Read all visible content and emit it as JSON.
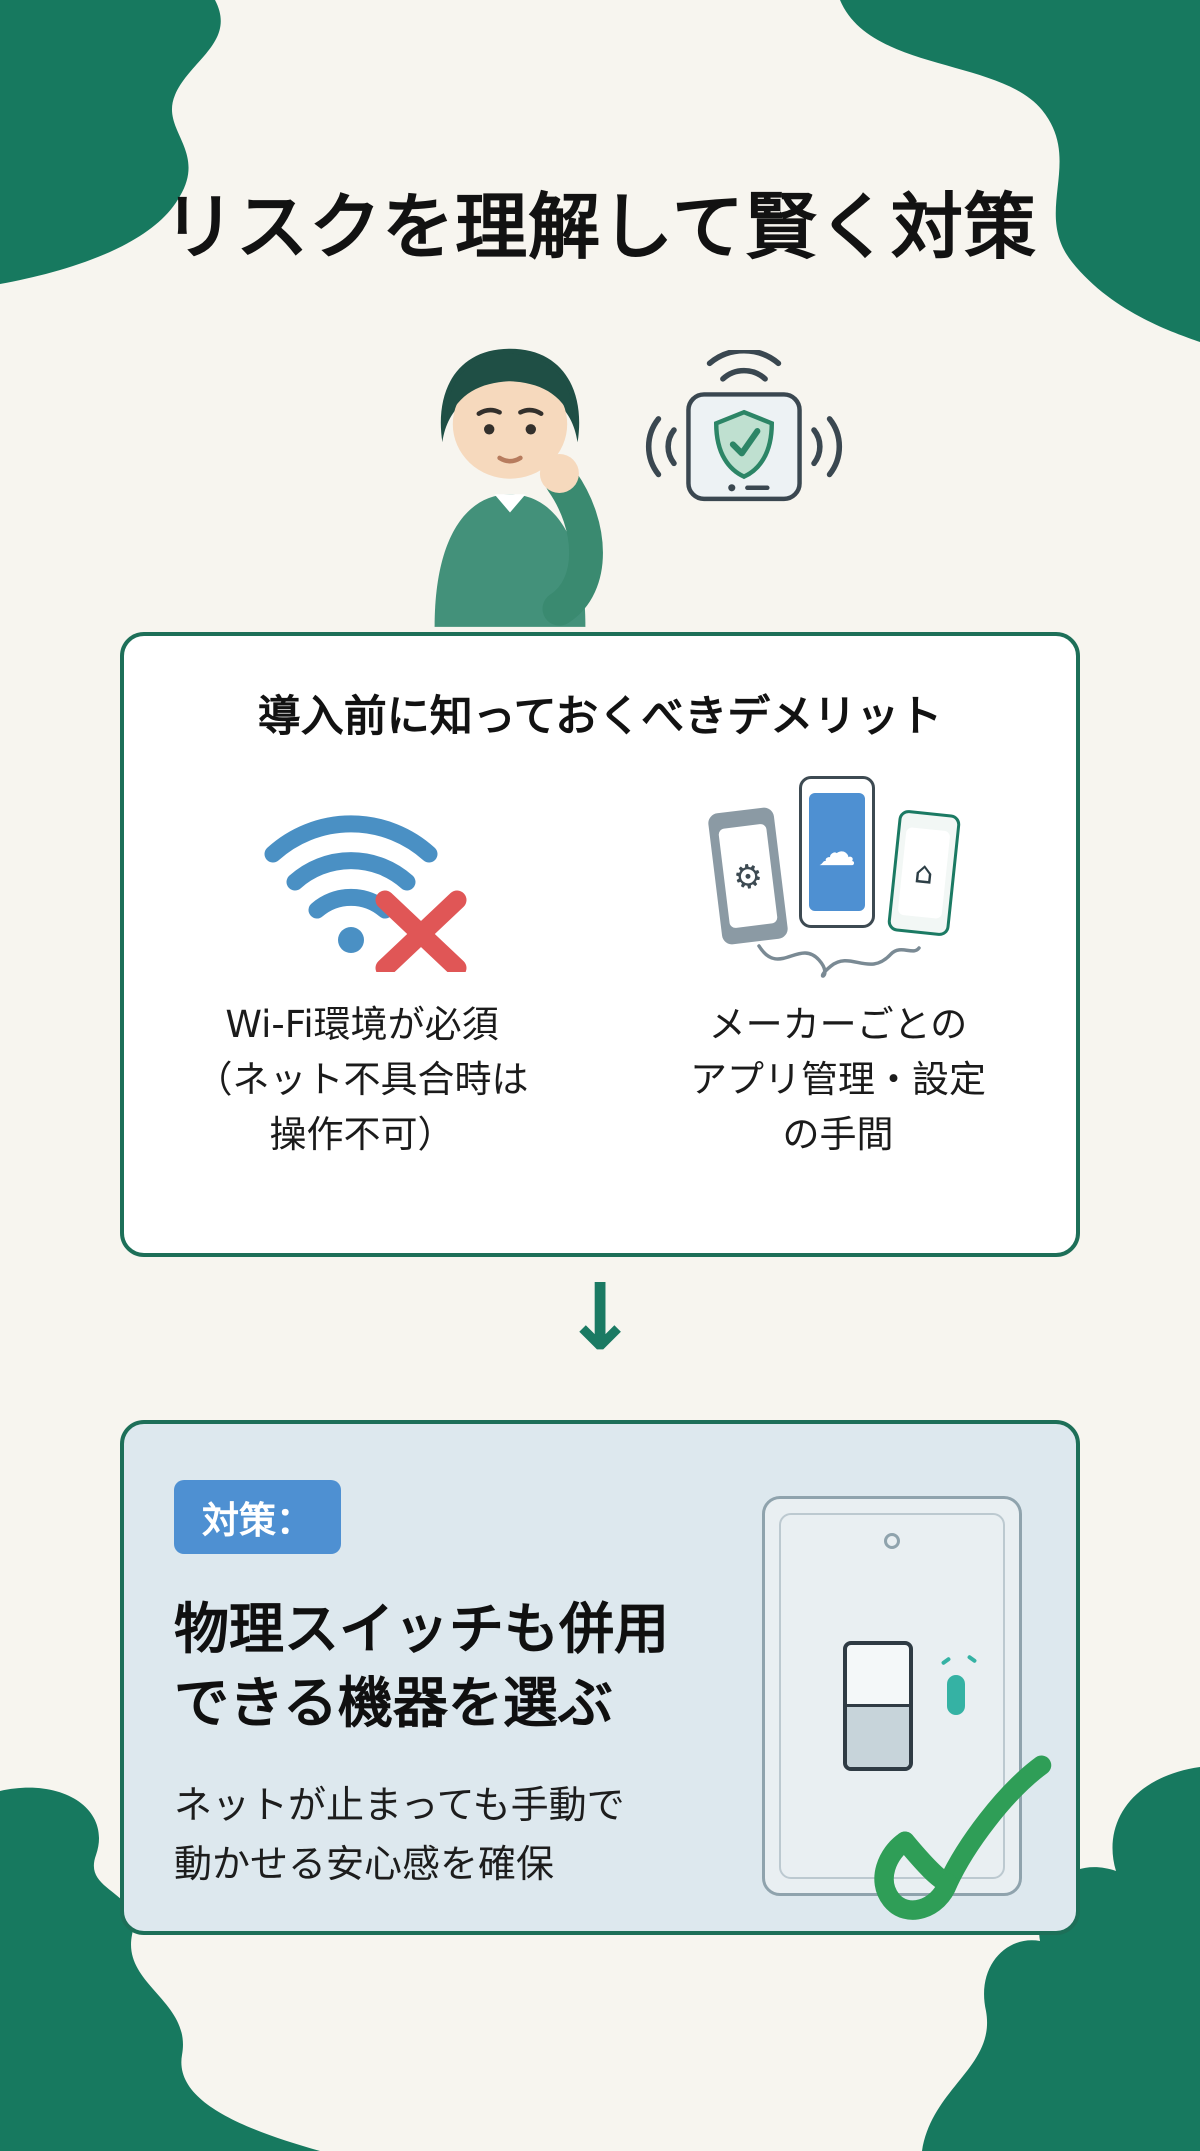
{
  "page": {
    "title": "リスクを理解して賢く対策"
  },
  "colors": {
    "accent_green": "#1b7a63",
    "border_green": "#1d6f58",
    "badge_blue": "#4e90d2",
    "wifi_blue": "#4a90c4",
    "error_red": "#e05656",
    "check_green": "#2f9e57",
    "solution_card_bg": "#dde8ee",
    "background": "#f7f5ef"
  },
  "icons": {
    "arrow_down": "↓",
    "gear": "⚙",
    "cloud": "☁",
    "home": "⌂"
  },
  "demerit_card": {
    "title": "導入前に知っておくべきデメリット",
    "items": [
      {
        "icon": "wifi-offline-icon",
        "lines": [
          "Wi-Fi環境が必須",
          "（ネット不具合時は",
          "操作不可）"
        ]
      },
      {
        "icon": "maker-apps-icon",
        "lines": [
          "メーカーごとの",
          "アプリ管理・設定",
          "の手間"
        ]
      }
    ]
  },
  "solution_card": {
    "badge": "対策：",
    "heading_lines": [
      "物理スイッチも併用",
      "できる機器を選ぶ"
    ],
    "body_lines": [
      "ネットが止まっても手動で",
      "動かせる安心感を確保"
    ]
  }
}
